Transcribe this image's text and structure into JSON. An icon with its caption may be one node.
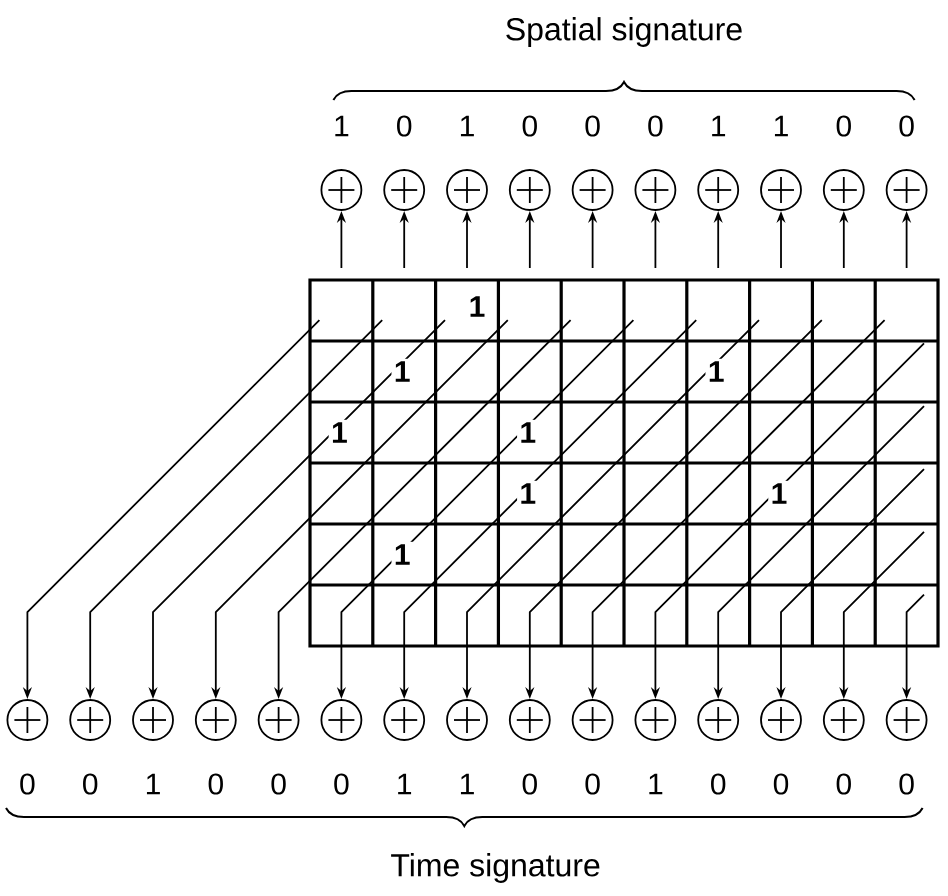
{
  "diagram": {
    "nodes": [
      {
        "text": [],
        "shape": "circle"
      },
      {
        "text": [],
        "shape": "circle"
      },
      {
        "text": [],
        "shape": "circle"
      },
      {
        "text": [],
        "shape": "circle"
      },
      {
        "text": [],
        "shape": "circle"
      },
      {
        "text": [],
        "shape": "circle"
      },
      {
        "text": [],
        "shape": "circle"
      },
      {
        "text": [],
        "shape": "circle"
      },
      {
        "text": [],
        "shape": "circle"
      },
      {
        "text": [],
        "shape": "circle"
      },
      {
        "text": [],
        "shape": "circle"
      },
      {
        "text": [],
        "shape": "circle"
      },
      {
        "text": [],
        "shape": "circle"
      },
      {
        "text": [],
        "shape": "circle"
      },
      {
        "text": [],
        "shape": "circle"
      },
      {
        "text": [],
        "shape": "circle"
      },
      {
        "text": [],
        "shape": "circle"
      },
      {
        "text": [],
        "shape": "circle"
      },
      {
        "text": [],
        "shape": "circle"
      },
      {
        "text": [],
        "shape": "circle"
      },
      {
        "text": [],
        "shape": "circle"
      },
      {
        "text": [],
        "shape": "circle"
      },
      {
        "text": [],
        "shape": "circle"
      },
      {
        "text": [],
        "shape": "circle"
      },
      {
        "text": [],
        "shape": "circle"
      }
    ],
    "edges": [
      {
        "from": null,
        "to": 0,
        "arrow": "to"
      },
      {
        "from": null,
        "to": 1,
        "arrow": "to"
      },
      {
        "from": null,
        "to": 2,
        "arrow": "to"
      },
      {
        "from": null,
        "to": 3,
        "arrow": "to"
      },
      {
        "from": null,
        "to": 4,
        "arrow": "to"
      },
      {
        "from": null,
        "to": 5,
        "arrow": "to"
      },
      {
        "from": null,
        "to": 6,
        "arrow": "to"
      },
      {
        "from": null,
        "to": 7,
        "arrow": "to"
      },
      {
        "from": null,
        "to": 8,
        "arrow": "to"
      },
      {
        "from": null,
        "to": 9,
        "arrow": "to"
      },
      {
        "from": null,
        "to": 10,
        "arrow": "to"
      },
      {
        "from": null,
        "to": 11,
        "arrow": "to"
      },
      {
        "from": null,
        "to": 12,
        "arrow": "to"
      },
      {
        "from": null,
        "to": 13,
        "arrow": "to"
      },
      {
        "from": null,
        "to": 14,
        "arrow": "to"
      },
      {
        "from": null,
        "to": 15,
        "arrow": "to"
      },
      {
        "from": null,
        "to": 16,
        "arrow": "to"
      },
      {
        "from": null,
        "to": 17,
        "arrow": "to"
      },
      {
        "from": null,
        "to": 18,
        "arrow": "to"
      },
      {
        "from": null,
        "to": 19,
        "arrow": "to"
      },
      {
        "from": null,
        "to": 20,
        "arrow": "to"
      },
      {
        "from": null,
        "to": 21,
        "arrow": "to"
      },
      {
        "from": null,
        "to": 22,
        "arrow": "to"
      },
      {
        "from": null,
        "to": 23,
        "arrow": "to"
      },
      {
        "from": null,
        "to": 24,
        "arrow": "to"
      }
    ],
    "labels": [
      "Spatial signature",
      "1",
      "0",
      "1",
      "0",
      "0",
      "0",
      "1",
      "1",
      "0",
      "0",
      "1",
      "1",
      "1",
      "1",
      "1",
      "1",
      "1",
      "1",
      "0",
      "0",
      "1",
      "0",
      "0",
      "0",
      "1",
      "1",
      "0",
      "0",
      "1",
      "0",
      "0",
      "0",
      "0",
      "Time signature"
    ]
  }
}
